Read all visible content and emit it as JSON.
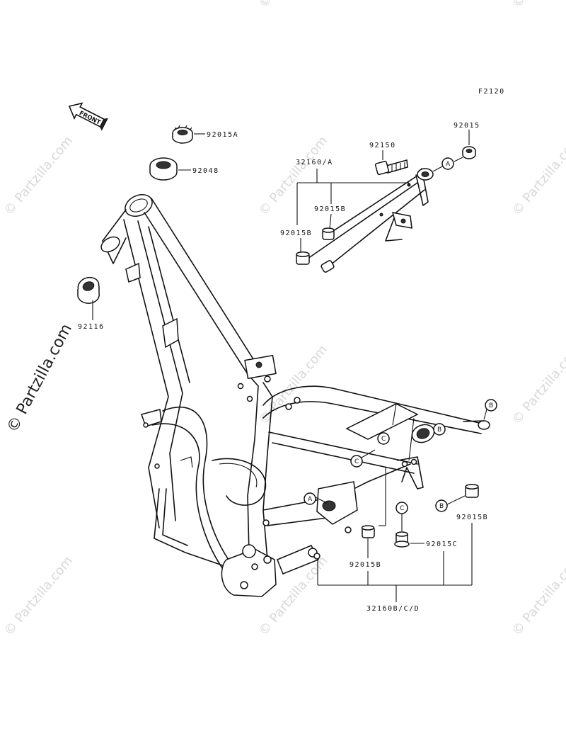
{
  "figure_code": "F2120",
  "front_label": "FRONT",
  "watermark": "© Partzilla.com",
  "parts": {
    "p92015A": "92015A",
    "p92048": "92048",
    "p92116": "92116",
    "p32160A": "32160/A",
    "p92150": "92150",
    "p92015": "92015",
    "p92015B_top": "92015B",
    "p92015B_left": "92015B",
    "p92015B_right": "92015B",
    "p92015B_bottom": "92015B",
    "p92015C": "92015C",
    "p32160BCD": "32160B/C/D"
  },
  "callouts": {
    "a_top": "A",
    "a_mid": "A",
    "b_rear": "B",
    "b_pipe": "B",
    "b_bolt": "B",
    "c_frame_1": "C",
    "c_frame_2": "C",
    "c_bolt": "C"
  }
}
